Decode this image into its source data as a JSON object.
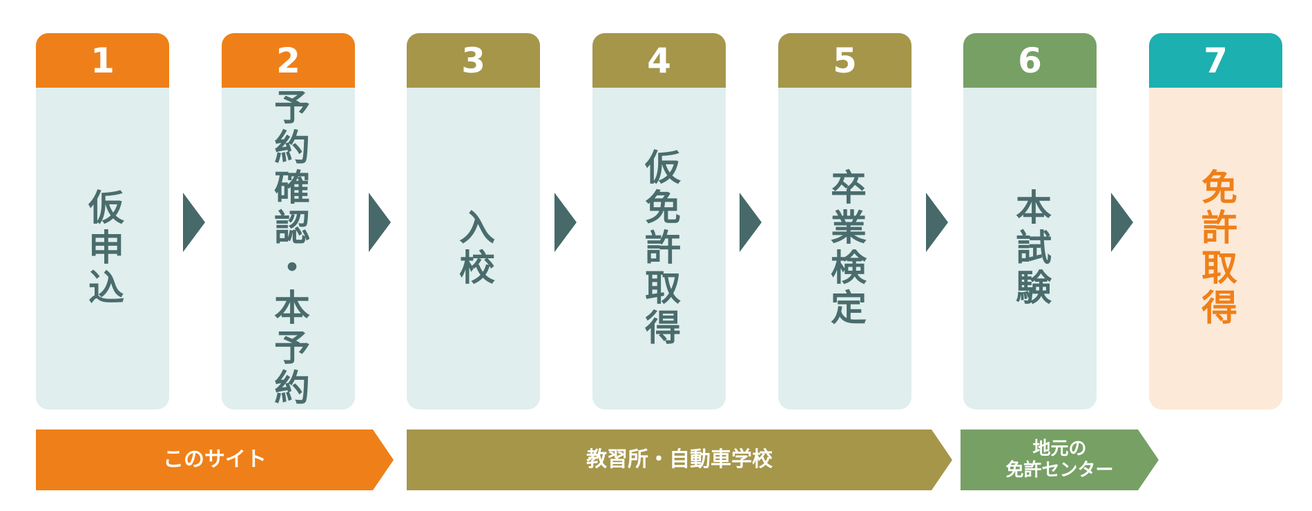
{
  "colors": {
    "orange": "#ef8019",
    "olive": "#a5964a",
    "green": "#77a065",
    "teal": "#1db0b0",
    "arrow": "#47696a",
    "step_bg": "#e0eeee",
    "final_bg": "#fde9d7",
    "step_text": "#4a6c6d"
  },
  "steps": [
    {
      "number": "1",
      "label": "仮申込"
    },
    {
      "number": "2",
      "label": "予約確認・本予約"
    },
    {
      "number": "3",
      "label": "入校"
    },
    {
      "number": "4",
      "label": "仮免許取得"
    },
    {
      "number": "5",
      "label": "卒業検定"
    },
    {
      "number": "6",
      "label": "本試験"
    },
    {
      "number": "7",
      "label": "免許取得"
    }
  ],
  "phases": [
    {
      "label": "このサイト"
    },
    {
      "label": "教習所・自動車学校"
    },
    {
      "label": "地元の\n免許センター"
    }
  ]
}
